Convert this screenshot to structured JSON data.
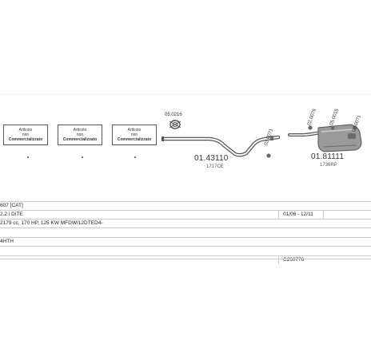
{
  "placeholders": [
    {
      "line1": "Articolo",
      "line2": "non",
      "line3": "Commercializzato"
    },
    {
      "line1": "Articolo",
      "line2": "non",
      "line3": "Commercializzato"
    },
    {
      "line1": "Articolo",
      "line2": "non",
      "line3": "Commercializzato"
    }
  ],
  "parts": {
    "clamp_front": "05.0216",
    "pipe_mid_code": "01.43110",
    "pipe_mid_sub": "1717CE",
    "clamp_mid": "02.0071",
    "clamp_rear1": "02.0076",
    "clamp_rear2": "05.0015",
    "rear_code": "01.81111",
    "rear_sub": "1736RP",
    "hanger_rear": "02.0071"
  },
  "info": {
    "model": "607 [CAT]",
    "engine": "2.2 i DiTE",
    "period": "01/06 - 12/11",
    "specs": "2179 cc, 170 HP, 125 KW MFDW/12DTED4-",
    "engine_code": "4HTH",
    "catalog_code": "C260776"
  },
  "colors": {
    "line": "#555555",
    "part_fill": "#9a9a9a",
    "part_dark": "#6a6a6a"
  }
}
